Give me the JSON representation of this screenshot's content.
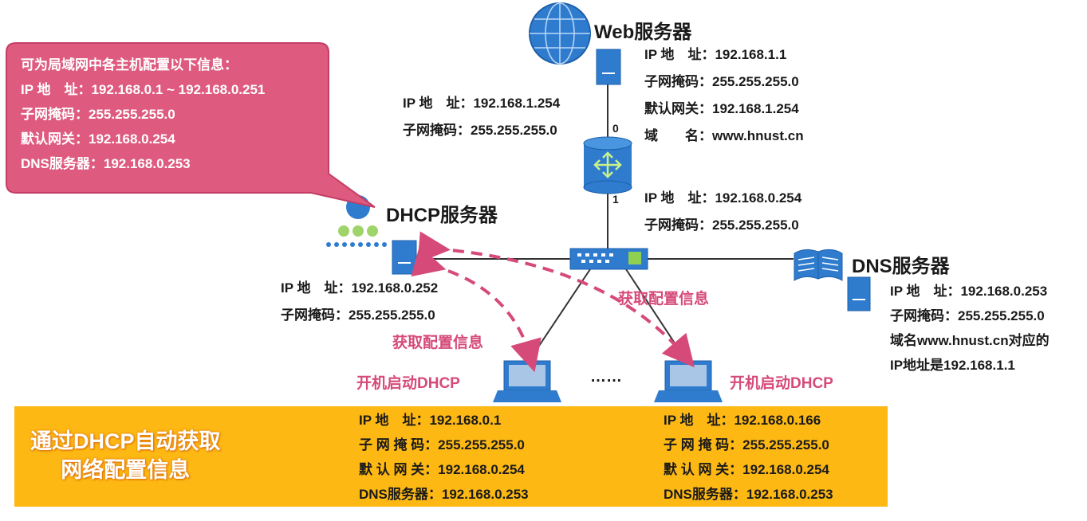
{
  "callout": {
    "heading": "可为局域网中各主机配置以下信息：",
    "lines": [
      "IP 地　址：192.168.0.1 ~ 192.168.0.251",
      "子网掩码：255.255.255.0",
      "默认网关：192.168.0.254",
      "DNS服务器：192.168.0.253"
    ]
  },
  "web_server": {
    "title": "Web服务器",
    "lines": [
      "IP 地　址：192.168.1.1",
      "子网掩码：255.255.255.0",
      "默认网关：192.168.1.254",
      "域　　名：www.hnust.cn"
    ]
  },
  "router": {
    "port0_label": "0",
    "port1_label": "1",
    "port0_lines": [
      "IP 地　址：192.168.1.254",
      "子网掩码：255.255.255.0"
    ],
    "port1_lines": [
      "IP 地　址：192.168.0.254",
      "子网掩码：255.255.255.0"
    ]
  },
  "dhcp_server": {
    "title": "DHCP服务器",
    "lines": [
      "IP 地　址：192.168.0.252",
      "子网掩码：255.255.255.0"
    ]
  },
  "dns_server": {
    "title": "DNS服务器",
    "lines": [
      "IP 地　址：192.168.0.253",
      "子网掩码：255.255.255.0",
      "域名www.hnust.cn对应的",
      "IP地址是192.168.1.1"
    ]
  },
  "arrows": {
    "left_label": "获取配置信息",
    "right_label": "获取配置信息"
  },
  "hosts": {
    "left_label": "开机启动DHCP",
    "right_label": "开机启动DHCP",
    "ellipsis": "……"
  },
  "banner": {
    "title_line1": "通过DHCP自动获取",
    "title_line2": "网络配置信息",
    "left_host": [
      "IP 地　址：192.168.0.1",
      "子 网 掩 码：255.255.255.0",
      "默 认 网 关：192.168.0.254",
      "DNS服务器：192.168.0.253"
    ],
    "right_host": [
      "IP 地　址：192.168.0.166",
      "子 网 掩 码：255.255.255.0",
      "默 认 网 关：192.168.0.254",
      "DNS服务器：192.168.0.253"
    ]
  },
  "colors": {
    "callout_bg": "#de5a7f",
    "banner_bg": "#fdb813",
    "arrow": "#d64a7a",
    "device_blue": "#2f7ccf"
  }
}
